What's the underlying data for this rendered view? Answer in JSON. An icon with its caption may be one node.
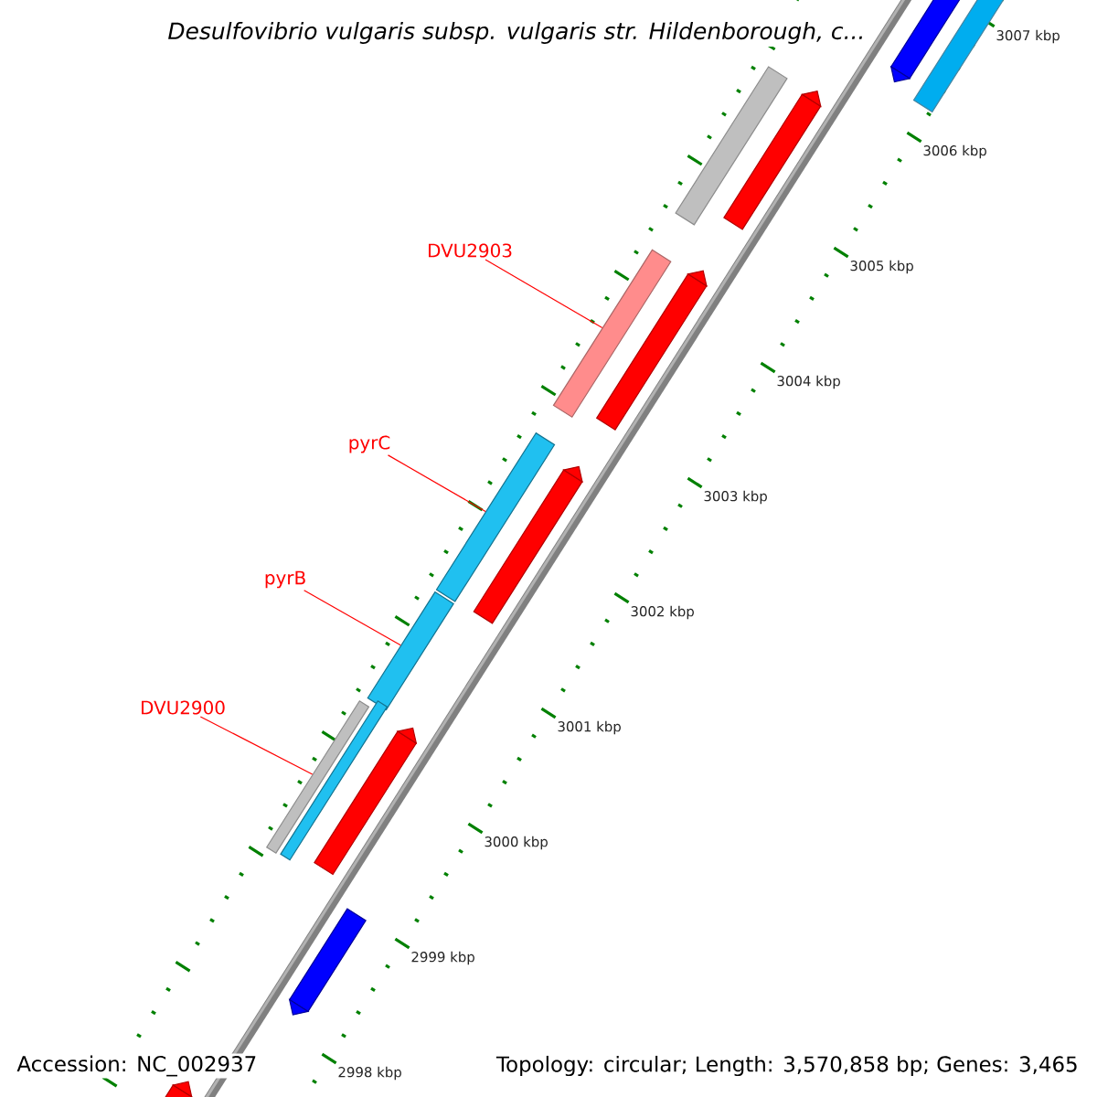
{
  "diagram": {
    "title": "Desulfovibrio vulgaris subsp. vulgaris str. Hildenborough, c...",
    "nodes": [
      {
        "text": [
          "DVU2903"
        ]
      },
      {
        "text": [
          "pyrC"
        ]
      },
      {
        "text": [
          "pyrB"
        ]
      },
      {
        "text": [
          "DVU2900"
        ]
      },
      {
        "text": [],
        "shape": "pentagon"
      },
      {
        "text": [],
        "shape": "bar"
      },
      {
        "text": [],
        "shape": "bar"
      },
      {
        "text": [],
        "shape": "pentagon"
      },
      {
        "text": [],
        "shape": "bar"
      },
      {
        "text": [],
        "shape": "pentagon"
      },
      {
        "text": [],
        "shape": "bar"
      },
      {
        "text": [],
        "shape": "pentagon"
      },
      {
        "text": [],
        "shape": "bar"
      },
      {
        "text": [],
        "shape": "pentagon"
      },
      {
        "text": [],
        "shape": "bar"
      },
      {
        "text": [],
        "shape": "bar"
      },
      {
        "text": [],
        "shape": "pentagon"
      },
      {
        "text": [],
        "shape": "pentagon"
      }
    ],
    "edges": [
      {
        "from": 0,
        "to": 8,
        "arrow": "none"
      },
      {
        "from": 1,
        "to": 10,
        "arrow": "none"
      },
      {
        "from": 2,
        "to": 12,
        "arrow": "none"
      },
      {
        "from": 3,
        "to": 14,
        "arrow": "none"
      }
    ],
    "labels": [
      "3007 kbp",
      "3006 kbp",
      "3005 kbp",
      "3004 kbp",
      "3003 kbp",
      "3002 kbp",
      "3001 kbp",
      "3000 kbp",
      "2999 kbp",
      "2998 kbp",
      "Accession: NC_002937",
      "Topology: circular; Length: 3,570,858 bp; Genes: 3,465"
    ]
  }
}
